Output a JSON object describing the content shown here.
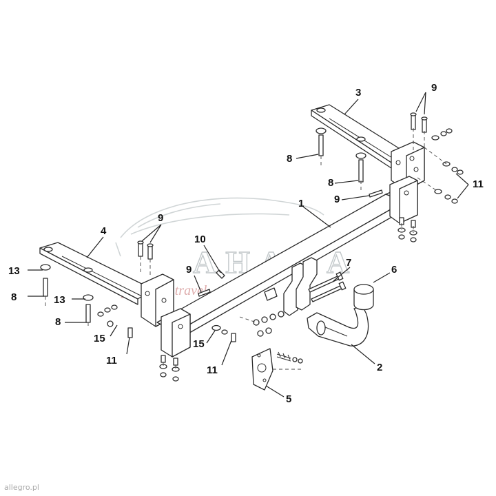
{
  "callouts": {
    "c1": "1",
    "c2": "2",
    "c3": "3",
    "c4": "4",
    "c5": "5",
    "c6": "6",
    "c7": "7",
    "c8a": "8",
    "c8b": "8",
    "c8c": "8",
    "c8d": "8",
    "c9a": "9",
    "c9b": "9",
    "c9c": "9",
    "c9d": "9",
    "c10": "10",
    "c11a": "11",
    "c11b": "11",
    "c11c": "11",
    "c13a": "13",
    "c13b": "13",
    "c15a": "15",
    "c15b": "15"
  },
  "watermark": {
    "word": "AHAKA",
    "tagline": "pack and travel"
  },
  "credit": "allegro.pl"
}
